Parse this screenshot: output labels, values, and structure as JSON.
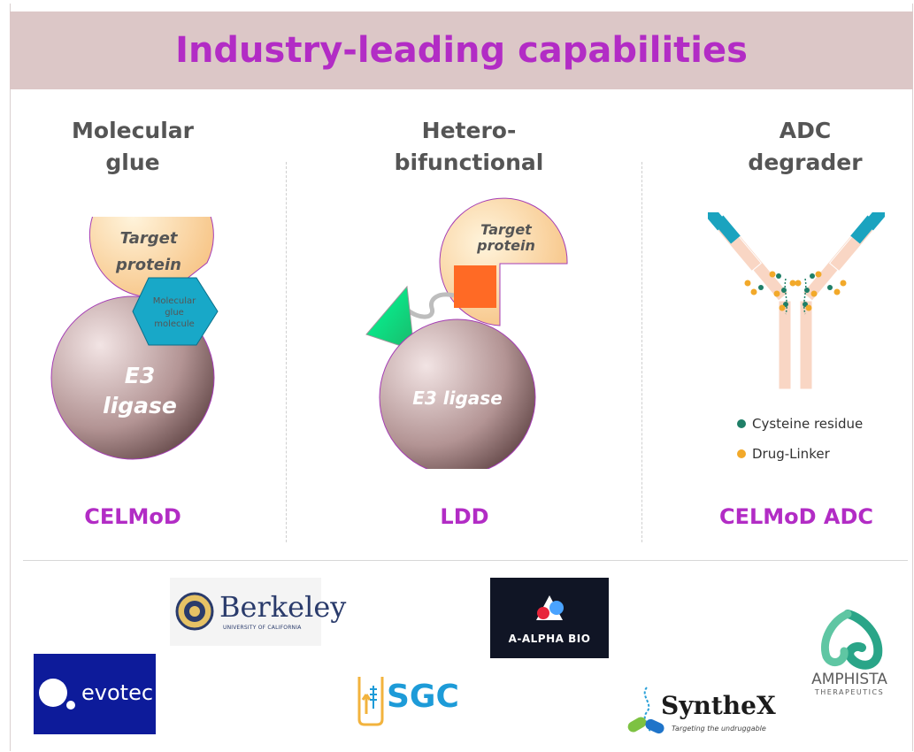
{
  "header": {
    "title": "Industry-leading capabilities"
  },
  "columns": [
    {
      "heading": [
        "Molecular",
        "glue"
      ],
      "labels": {
        "target": [
          "Target",
          "protein"
        ],
        "glue": [
          "Molecular",
          "glue",
          "molecule"
        ],
        "e3": [
          "E3",
          "ligase"
        ]
      },
      "footer": "CELMoD"
    },
    {
      "heading": [
        "Hetero-",
        "bifunctional"
      ],
      "labels": {
        "target": [
          "Target",
          "protein"
        ],
        "e3": "E3 ligase"
      },
      "footer": "LDD"
    },
    {
      "heading": [
        "ADC",
        "degrader"
      ],
      "legend": [
        {
          "label": "Cysteine residue",
          "color": "#1f7f67"
        },
        {
          "label": "Drug-Linker",
          "color": "#f2a92a"
        }
      ],
      "footer": "CELMoD ADC"
    }
  ],
  "colors": {
    "accent": "#b22cc5",
    "title_bg": "#dcc7c7",
    "heading": "#555555"
  },
  "partners": {
    "berkeley": {
      "name": "Berkeley",
      "sub": "UNIVERSITY OF CALIFORNIA"
    },
    "aalpha": {
      "name": "A-ALPHA BIO"
    },
    "evotec": {
      "name": "evotec"
    },
    "sgc": {
      "name": "SGC"
    },
    "synthex": {
      "name": "SyntheX",
      "tagline": "Targeting the undruggable"
    },
    "amphista": {
      "name": "AMPHISTA",
      "sub": "THERAPEUTICS"
    }
  }
}
